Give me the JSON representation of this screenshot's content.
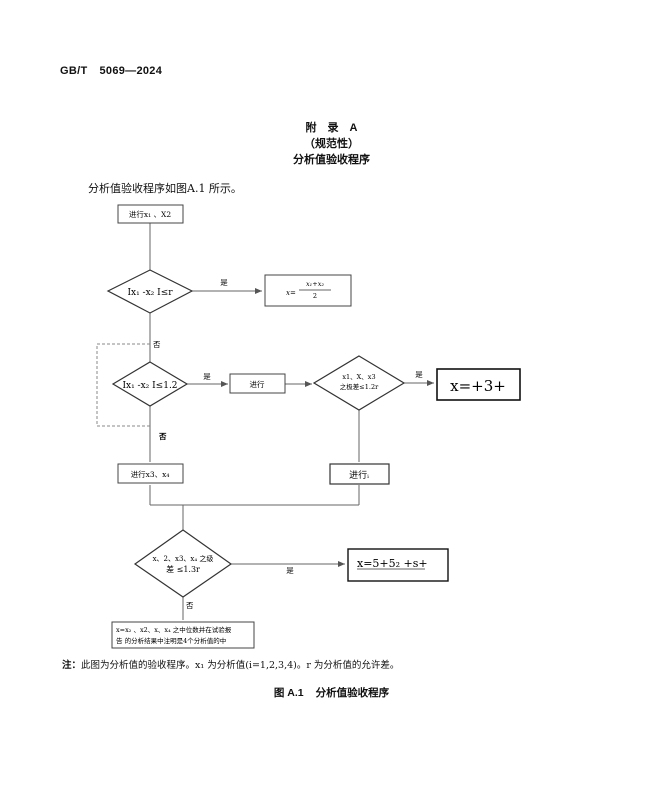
{
  "header": {
    "standard_code": "GB/T",
    "standard_number": "5069—2024"
  },
  "annex": {
    "label": "附　录　A",
    "status": "（规范性）",
    "title": "分析值验收程序"
  },
  "intro_text": "分析值验收程序如图A.1 所示。",
  "flowchart": {
    "start_box": "进行x₁ 、X2",
    "decision1": "Ix₁ -x₂ I≤r",
    "yes1": "是",
    "result1_lhs": "x=",
    "result1_num": "x₁+x₂",
    "result1_den": "2",
    "no1": "否",
    "decision2": "Ix₁ -x₂ I≤1.2",
    "yes2": "是",
    "proceed_box": "进行",
    "decision3_line1": "x1、X、x3",
    "decision3_line2": "之极差≤1.2r",
    "yes3": "是",
    "result3": "x=+3+",
    "no2": "否",
    "box_x3x4": "进行x3、x₄",
    "box_proceed2": "进行ᵢ",
    "decision4_line1": "x、2、x3、x₄ 之级",
    "decision4_line2": "差 ≤1.3r",
    "yes4": "是",
    "result4": "x=5+5₂ +s+",
    "no4": "否",
    "final_line1": "x=x₂ 、x2、x、x₄ 之中位数并在试验报",
    "final_line2": "告 的分析结果中注明是4个分析值的中"
  },
  "note": {
    "label": "注：",
    "text": "此图为分析值的验收程序。x₁ 为分析值(i=1,2,3,4)。r 为分析值的允许差。"
  },
  "caption": {
    "figure_number": "图 A.1",
    "figure_title": "分析值验收程序"
  }
}
